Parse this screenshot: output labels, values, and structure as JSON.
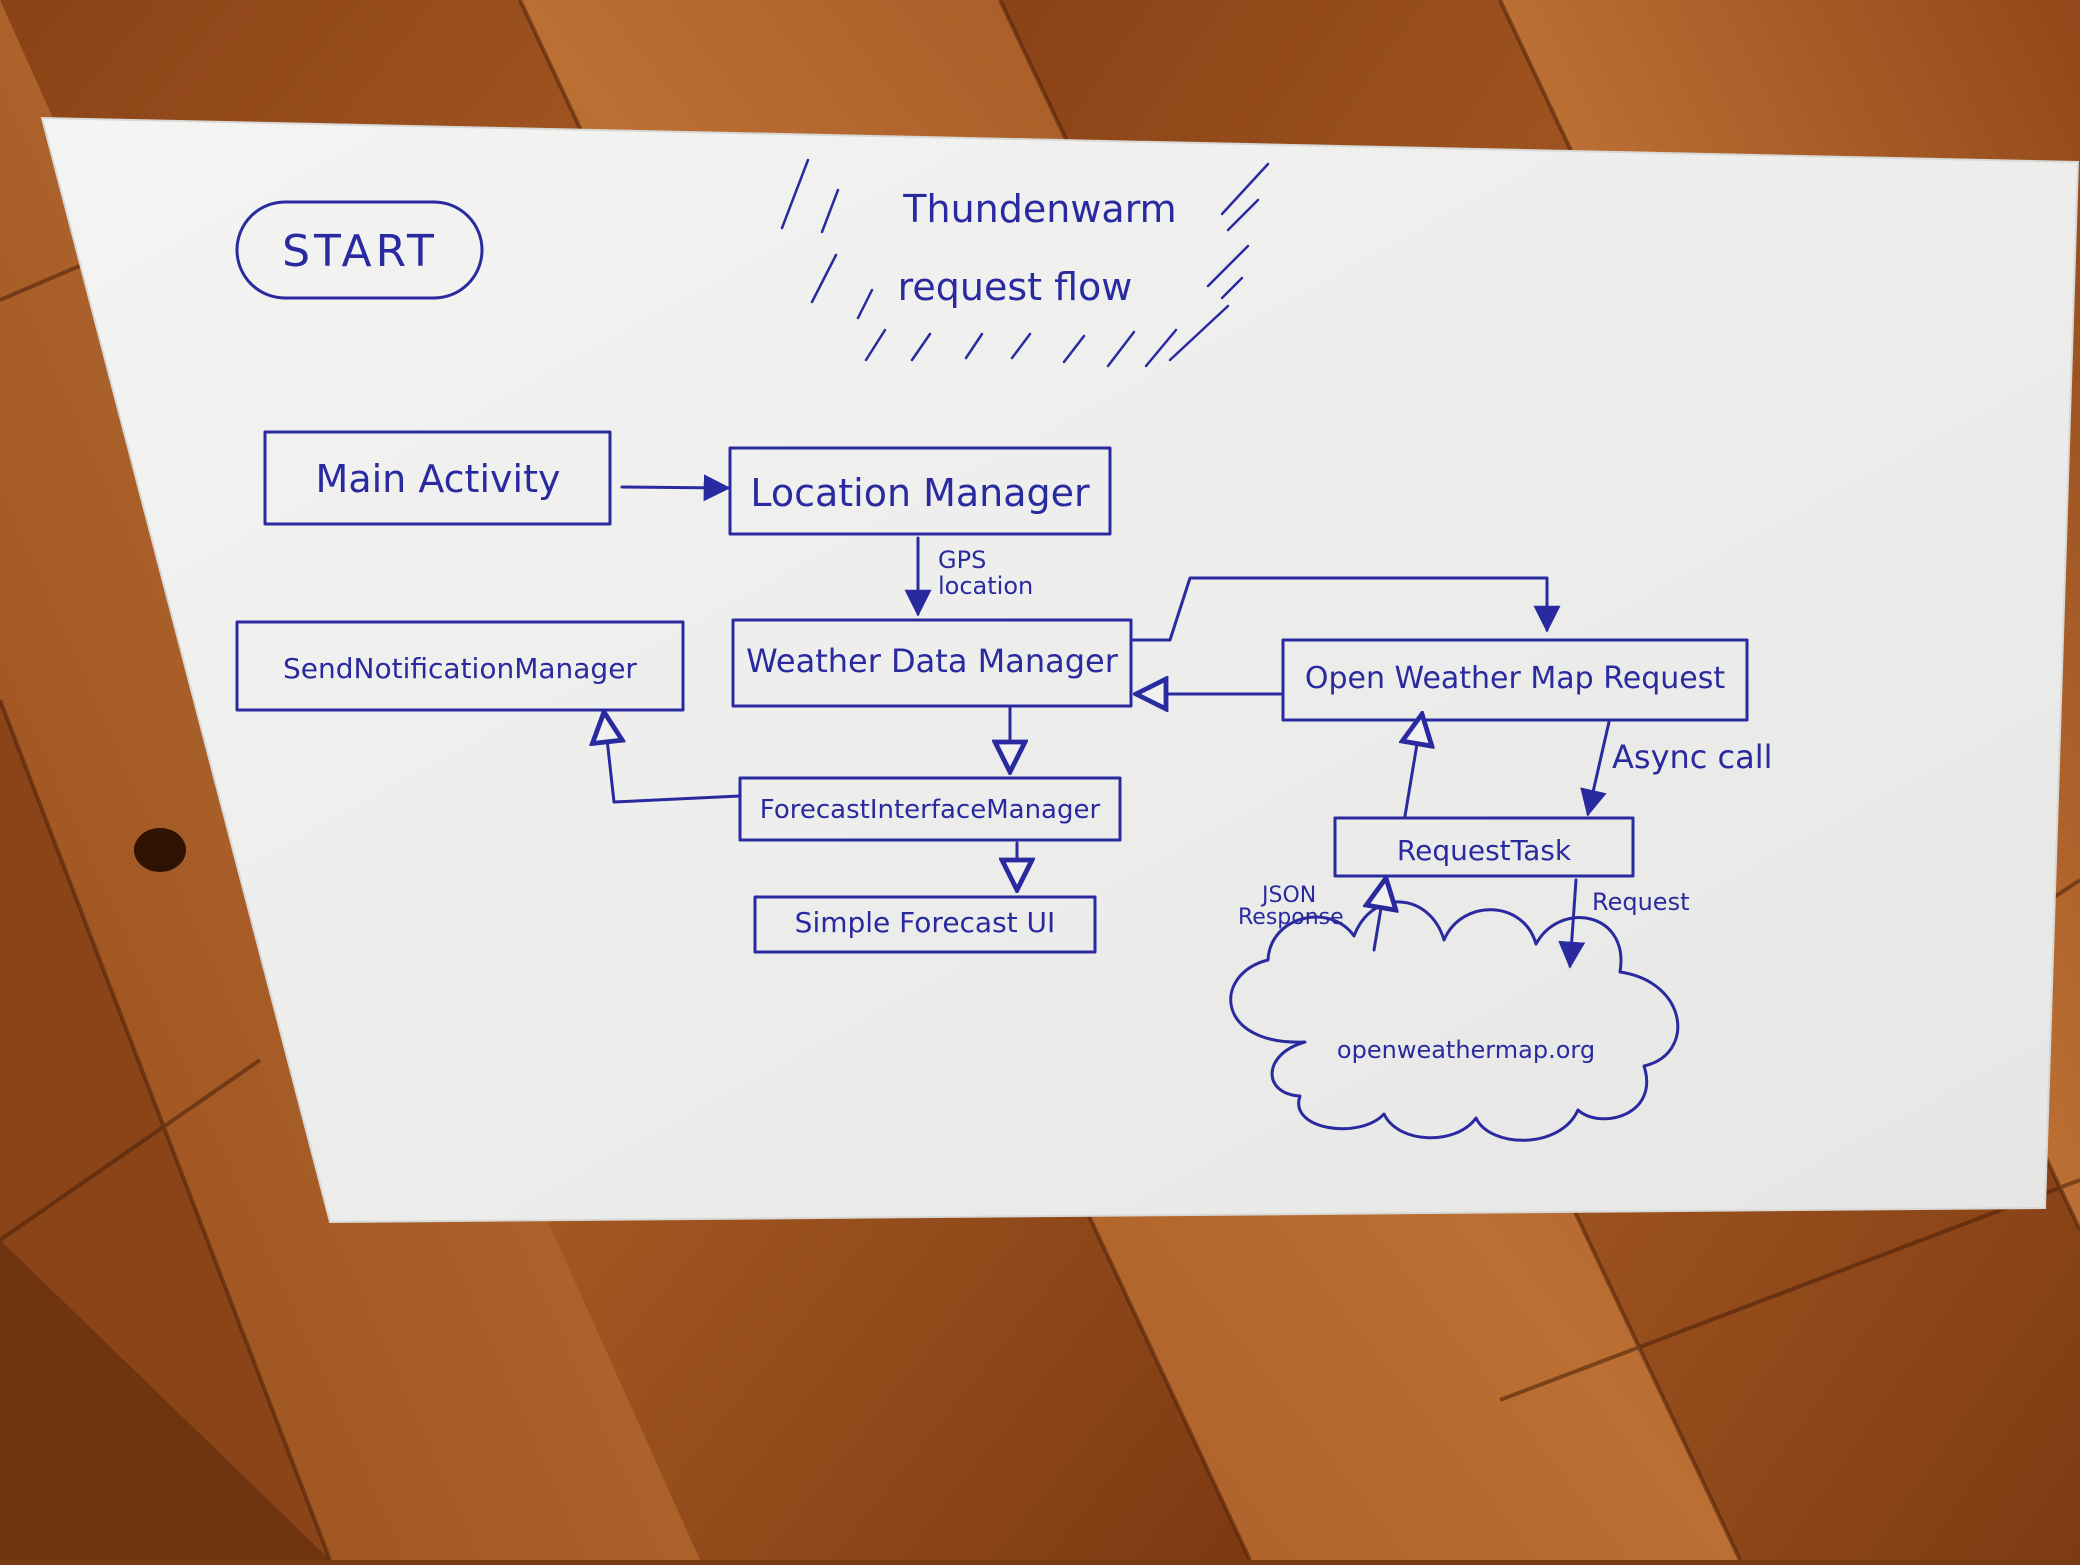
{
  "diagram": {
    "title_line1": "Thundenwarm",
    "title_line2": "request flow",
    "start_label": "START",
    "nodes": {
      "main_activity": "Main Activity",
      "location_manager": "Location Manager",
      "weather_data_manager": "Weather Data Manager",
      "send_notification_manager": "SendNotificationManager",
      "open_weather_map_request": "Open Weather Map Request",
      "forecast_interface_manager": "ForecastInterfaceManager",
      "simple_forecast_ui": "Simple Forecast UI",
      "request_task": "RequestTask",
      "cloud": "openweathermap.org"
    },
    "edge_labels": {
      "gps_line1": "GPS",
      "gps_line2": "location",
      "async_call": "Async call",
      "json_line1": "JSON",
      "json_line2": "Response",
      "request": "Request"
    },
    "colors": {
      "ink": "#2a2aa0",
      "paper": "#f1f1ef",
      "wood_dark": "#6e3210",
      "wood_light": "#b8672c"
    }
  }
}
